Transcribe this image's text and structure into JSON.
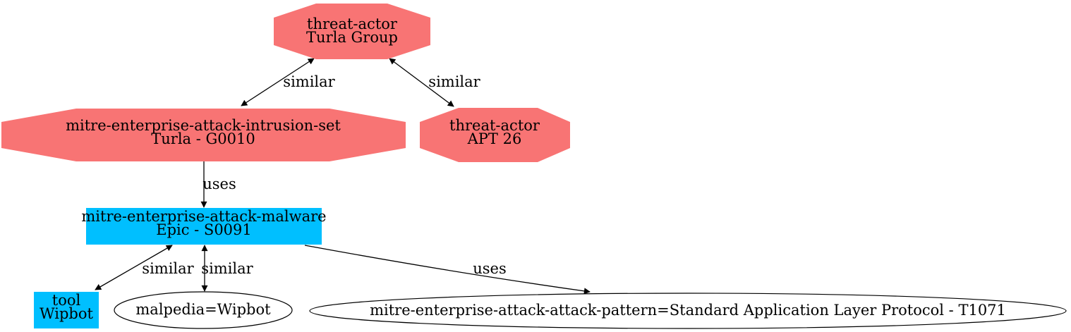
{
  "diagram": {
    "type": "correlation-graph",
    "colors": {
      "threat_actor_fill": "#f87474",
      "malware_fill": "#00bfff",
      "ellipse_fill": "#ffffff",
      "edge_color": "#000000",
      "text_color": "#000000",
      "background": "#ffffff"
    },
    "nodes": {
      "turla_group": {
        "shape": "octagon",
        "line1": "threat-actor",
        "line2": "Turla Group"
      },
      "intrusion_set_turla": {
        "shape": "octagon",
        "line1": "mitre-enterprise-attack-intrusion-set",
        "line2": "Turla - G0010"
      },
      "apt26": {
        "shape": "octagon",
        "line1": "threat-actor",
        "line2": "APT 26"
      },
      "malware_epic": {
        "shape": "box",
        "line1": "mitre-enterprise-attack-malware",
        "line2": "Epic - S0091"
      },
      "tool_wipbot": {
        "shape": "box",
        "line1": "tool",
        "line2": "Wipbot"
      },
      "malpedia_wipbot": {
        "shape": "ellipse",
        "label": "malpedia=Wipbot"
      },
      "attack_pattern_t1071": {
        "shape": "ellipse",
        "label": "mitre-enterprise-attack-attack-pattern=Standard Application Layer Protocol - T1071"
      }
    },
    "edges": {
      "turla_group_to_intrusion_set": {
        "label": "similar",
        "direction": "both"
      },
      "turla_group_to_apt26": {
        "label": "similar",
        "direction": "both"
      },
      "intrusion_set_to_malware": {
        "label": "uses",
        "direction": "forward"
      },
      "malware_to_tool": {
        "label": "similar",
        "direction": "both"
      },
      "malware_to_malpedia": {
        "label": "similar",
        "direction": "both"
      },
      "malware_to_attack_pattern": {
        "label": "uses",
        "direction": "forward"
      }
    }
  }
}
